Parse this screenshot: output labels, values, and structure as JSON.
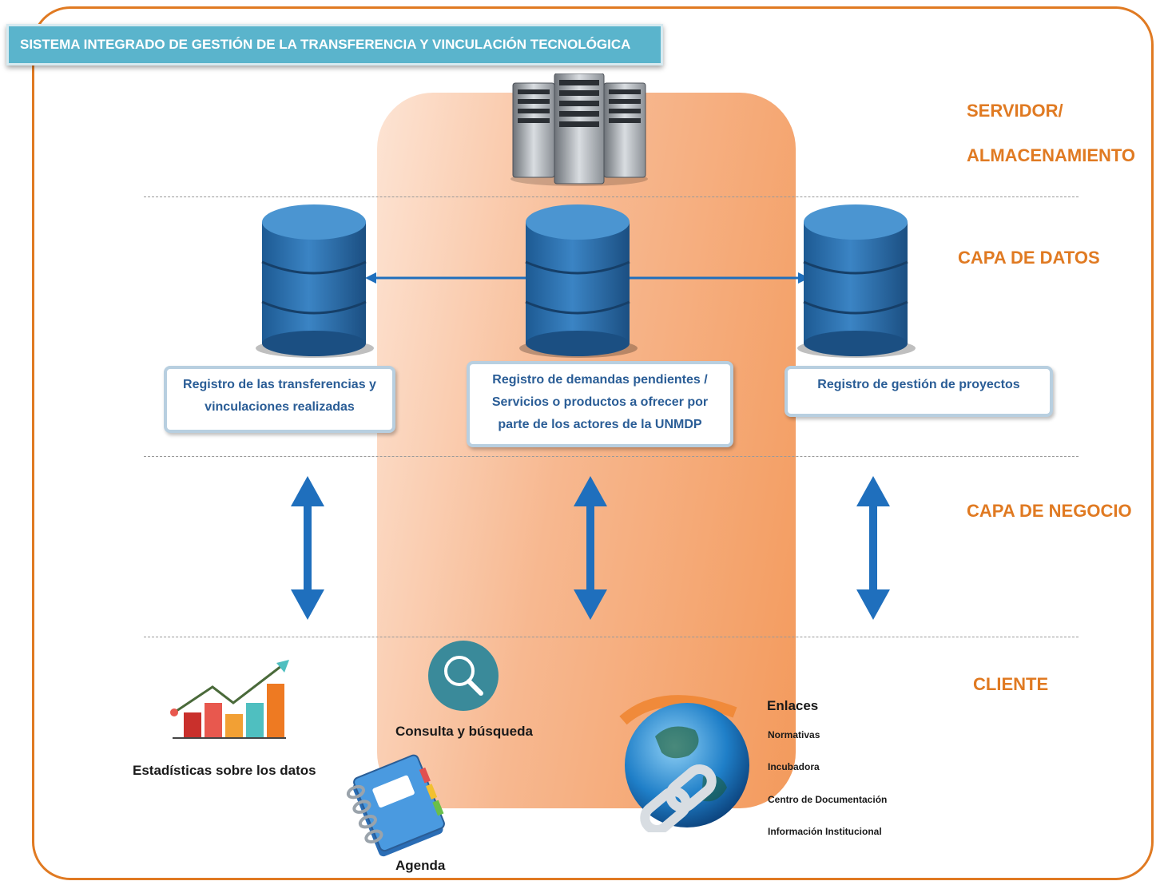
{
  "title": "SISTEMA INTEGRADO DE GESTIÓN DE LA TRANSFERENCIA Y VINCULACIÓN TECNOLÓGICA",
  "layers": {
    "server_line1": "SERVIDOR/",
    "server_line2": "ALMACENAMIENTO",
    "data": "CAPA DE DATOS",
    "business": "CAPA DE NEGOCIO",
    "client": "CLIENTE"
  },
  "registries": {
    "left": [
      "Registro de las transferencias y",
      "vinculaciones realizadas"
    ],
    "center": [
      "Registro de demandas pendientes /",
      "Servicios o productos a ofrecer por",
      "parte de los actores de la UNMDP"
    ],
    "right": [
      "Registro de gestión de proyectos"
    ]
  },
  "client": {
    "stats": "Estadísticas sobre los datos",
    "search": "Consulta y búsqueda",
    "agenda": "Agenda",
    "links_title": "Enlaces",
    "links": [
      "Normativas",
      "Incubadora",
      "Centro de Documentación",
      "Información Institucional"
    ]
  },
  "colors": {
    "accent": "#e07a22",
    "title_bar": "#5ab4cc",
    "database": "#2f6fa8",
    "arrow": "#1f6fbd",
    "box_text": "#2a5d96"
  },
  "icons": [
    "server-icon",
    "database-icon",
    "search-icon",
    "chart-icon",
    "agenda-icon",
    "globe-link-icon"
  ]
}
